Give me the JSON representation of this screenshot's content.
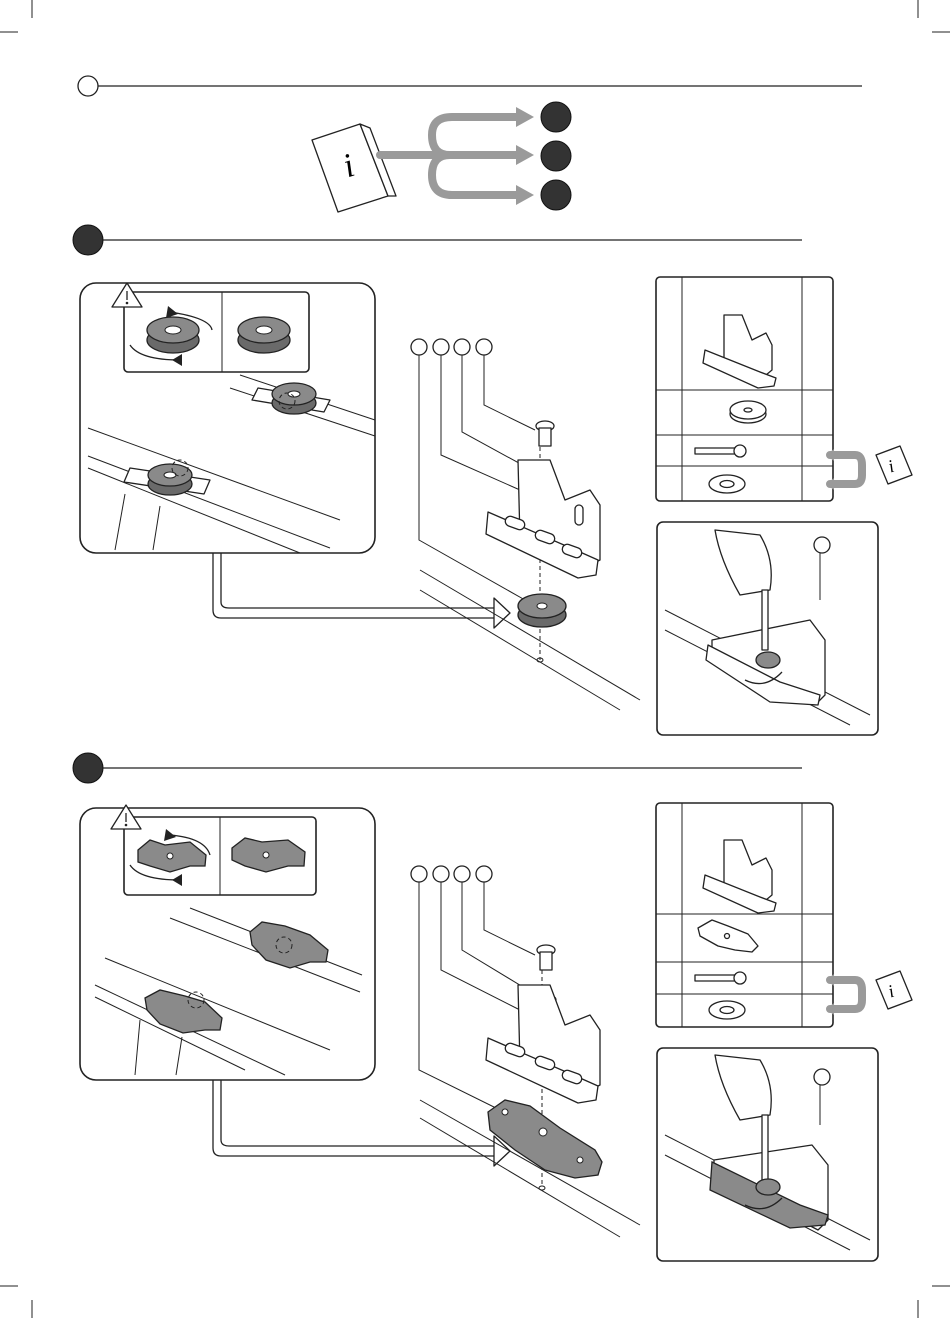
{
  "page": {
    "header_marker": "",
    "info_booklet_icon": "info-booklet-icon",
    "sections": [
      {
        "id": "section-1",
        "step_badge": "",
        "warning_icon": "warning-triangle-icon",
        "parts": [
          "bracket",
          "round-spacer",
          "screw",
          "washer"
        ],
        "callouts": [
          "",
          "",
          "",
          ""
        ],
        "detail_badge": ""
      },
      {
        "id": "section-2",
        "step_badge": "",
        "warning_icon": "warning-triangle-icon",
        "parts": [
          "bracket",
          "shaped-plate",
          "screw",
          "washer"
        ],
        "callouts": [
          "",
          "",
          "",
          ""
        ],
        "detail_badge": ""
      }
    ],
    "colors": {
      "line": "#222222",
      "grey_arrow": "#9a9a9a",
      "part_fill_dark": "#8a8a8a",
      "badge": "#333333"
    }
  }
}
